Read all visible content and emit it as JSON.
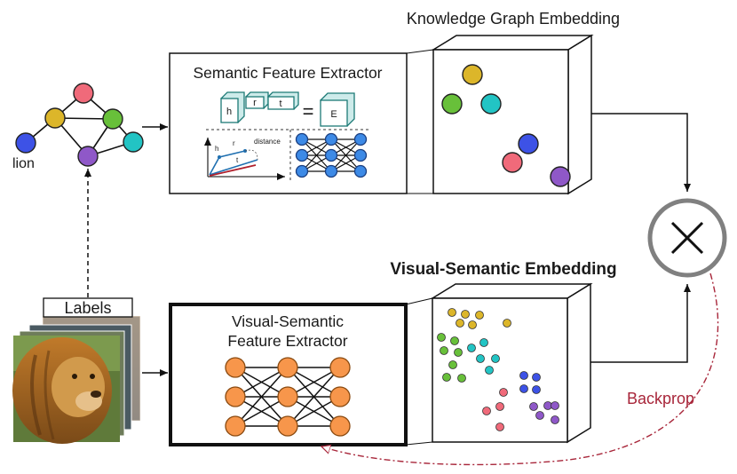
{
  "titles": {
    "kg_embedding": "Knowledge Graph Embedding",
    "vs_embedding": "Visual-Semantic Embedding"
  },
  "graph": {
    "node_label": "lion",
    "nodes": [
      {
        "id": "top",
        "color": "#f06a7a"
      },
      {
        "id": "left",
        "color": "#dcb62a"
      },
      {
        "id": "mid",
        "color": "#68c03a"
      },
      {
        "id": "far-left",
        "color": "#3d52e6"
      },
      {
        "id": "right",
        "color": "#22c4c4"
      },
      {
        "id": "bottom",
        "color": "#8f58c8"
      }
    ]
  },
  "semantic_extractor": {
    "title": "Semantic Feature Extractor",
    "cubes": [
      "h",
      "r",
      "t"
    ],
    "equals": "=",
    "result": "E",
    "plot_labels": {
      "h": "h",
      "r": "r",
      "t": "t",
      "distance": "distance"
    }
  },
  "visual_extractor": {
    "title_line1": "Visual-Semantic",
    "title_line2": "Feature Extractor"
  },
  "labels_box": "Labels",
  "backprop": "Backprop",
  "colors": {
    "node_orange": "#f7964b",
    "node_blue": "#3d8ae6",
    "backprop": "#a8263a",
    "op_circle": "#808080"
  }
}
